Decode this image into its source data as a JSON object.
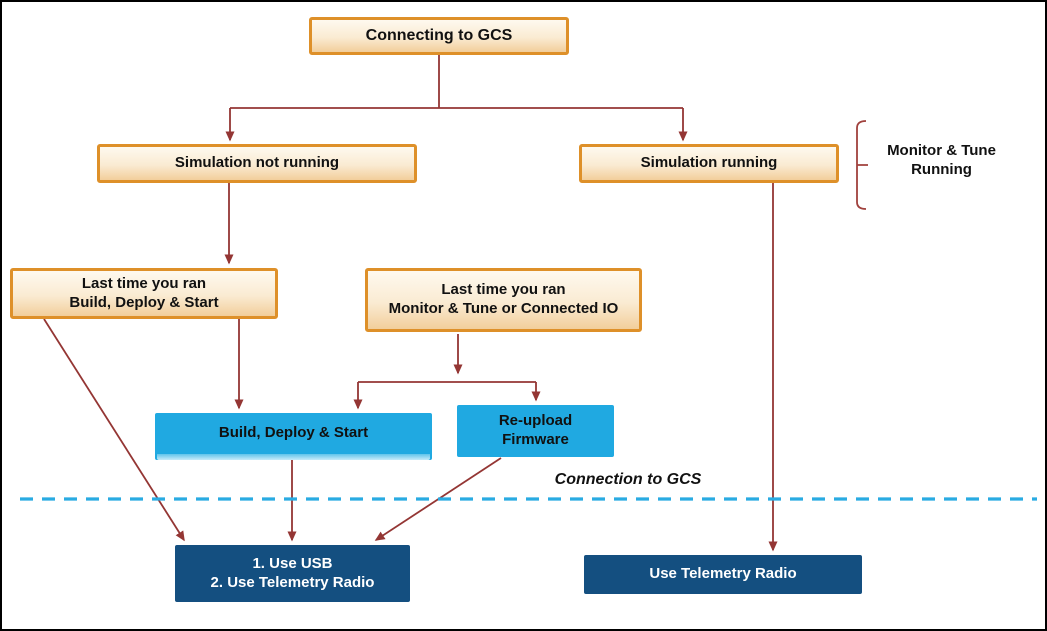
{
  "diagram": {
    "title": "Connecting to GCS",
    "nodes": {
      "sim_not_running": "Simulation not running",
      "sim_running": "Simulation running",
      "last_bds": {
        "line1": "Last time you ran",
        "line2": "Build, Deploy & Start"
      },
      "last_mt": {
        "line1": "Last time you ran",
        "line2": "Monitor & Tune or Connected IO"
      },
      "build_deploy_start": "Build, Deploy & Start",
      "reupload": {
        "line1": "Re-upload",
        "line2": "Firmware"
      },
      "usb": {
        "line1": "1. Use USB",
        "line2": "2. Use Telemetry Radio"
      },
      "use_telemetry": "Use Telemetry Radio"
    },
    "annotations": {
      "bracket_label": {
        "line1": "Monitor & Tune",
        "line2": "Running"
      },
      "divider_label": "Connection to GCS"
    },
    "colors": {
      "process_border": "#DE9029",
      "process_fill_top": "#FEF9EF",
      "process_fill_bottom": "#F2CE9B",
      "action_fill": "#20A9E1",
      "terminal_fill": "#144F80",
      "connector": "#943634",
      "bracket": "#A0413D",
      "divider_dash": "#29ABE2"
    }
  }
}
